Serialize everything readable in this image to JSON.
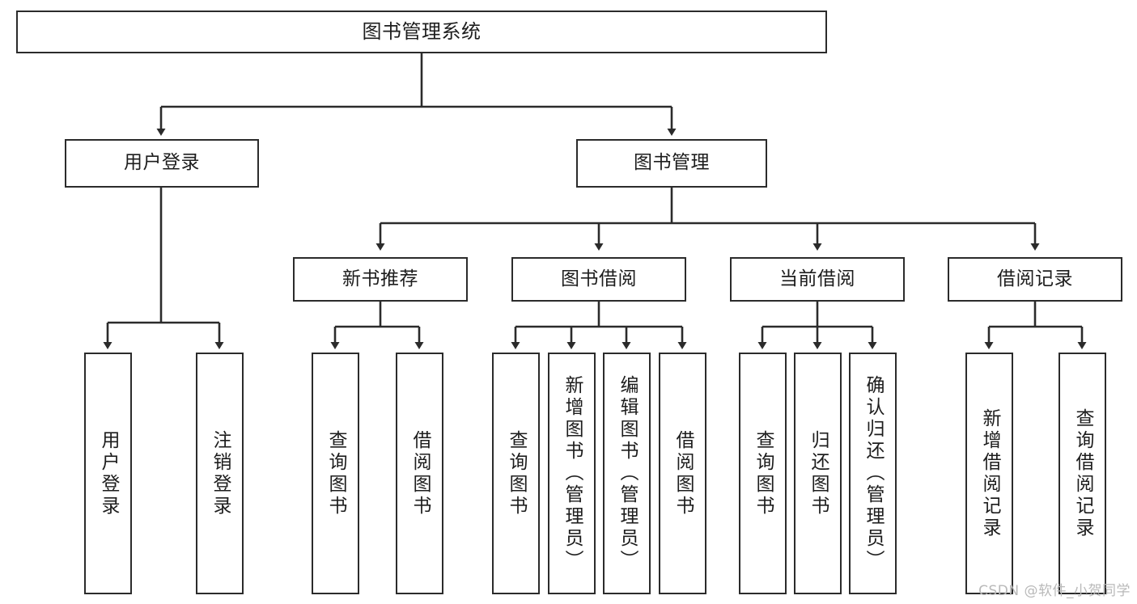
{
  "diagram": {
    "title": "图书管理系统",
    "watermark": "CSDN @软件_小贺同学",
    "line_color": "#2b2b2b",
    "box_fill": "#ffffff",
    "text_color": "#1d1d1d",
    "watermark_color": "#b9b9b9"
  },
  "nodes": {
    "root": {
      "label": "图书管理系统"
    },
    "level1": [
      {
        "label": "用户登录"
      },
      {
        "label": "图书管理"
      }
    ],
    "level2": [
      {
        "label": "新书推荐"
      },
      {
        "label": "图书借阅"
      },
      {
        "label": "当前借阅"
      },
      {
        "label": "借阅记录"
      }
    ],
    "leaves": {
      "user_login": [
        {
          "label": "用户登录"
        },
        {
          "label": "注销登录"
        }
      ],
      "new_book": [
        {
          "label": "查询图书"
        },
        {
          "label": "借阅图书"
        }
      ],
      "borrow_book": [
        {
          "label": "查询图书"
        },
        {
          "label": "新增图书（管理员）"
        },
        {
          "label": "编辑图书（管理员）"
        },
        {
          "label": "借阅图书"
        }
      ],
      "current_borrow": [
        {
          "label": "查询图书"
        },
        {
          "label": "归还图书"
        },
        {
          "label": "确认归还（管理员）"
        }
      ],
      "borrow_record": [
        {
          "label": "新增借阅记录"
        },
        {
          "label": "查询借阅记录"
        }
      ]
    }
  }
}
